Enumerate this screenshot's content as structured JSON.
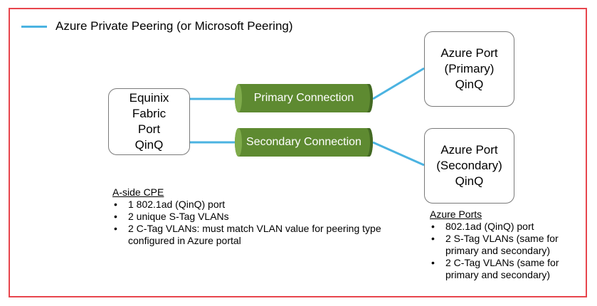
{
  "legend": {
    "label": "Azure Private Peering (or Microsoft Peering)",
    "line_color": "#4bb3e1"
  },
  "nodes": {
    "equinix": "Equinix\nFabric\nPort\nQinQ",
    "azure_primary": "Azure Port\n(Primary)\nQinQ",
    "azure_secondary": "Azure Port\n(Secondary)\nQinQ"
  },
  "connections": {
    "primary": "Primary Connection",
    "secondary": "Secondary Connection",
    "pipe_color": "#5e8a31"
  },
  "a_side_cpe": {
    "title": "A-side CPE",
    "items": [
      "1 802.1ad (QinQ) port",
      "2 unique S-Tag VLANs",
      "2 C-Tag VLANs: must match VLAN value for peering type configured in Azure portal"
    ]
  },
  "azure_ports": {
    "title": "Azure Ports",
    "items": [
      "802.1ad (QinQ) port",
      "2 S-Tag VLANs (same for primary and secondary)",
      "2 C-Tag VLANs (same for primary and secondary)"
    ]
  },
  "frame_color": "#e8454d"
}
